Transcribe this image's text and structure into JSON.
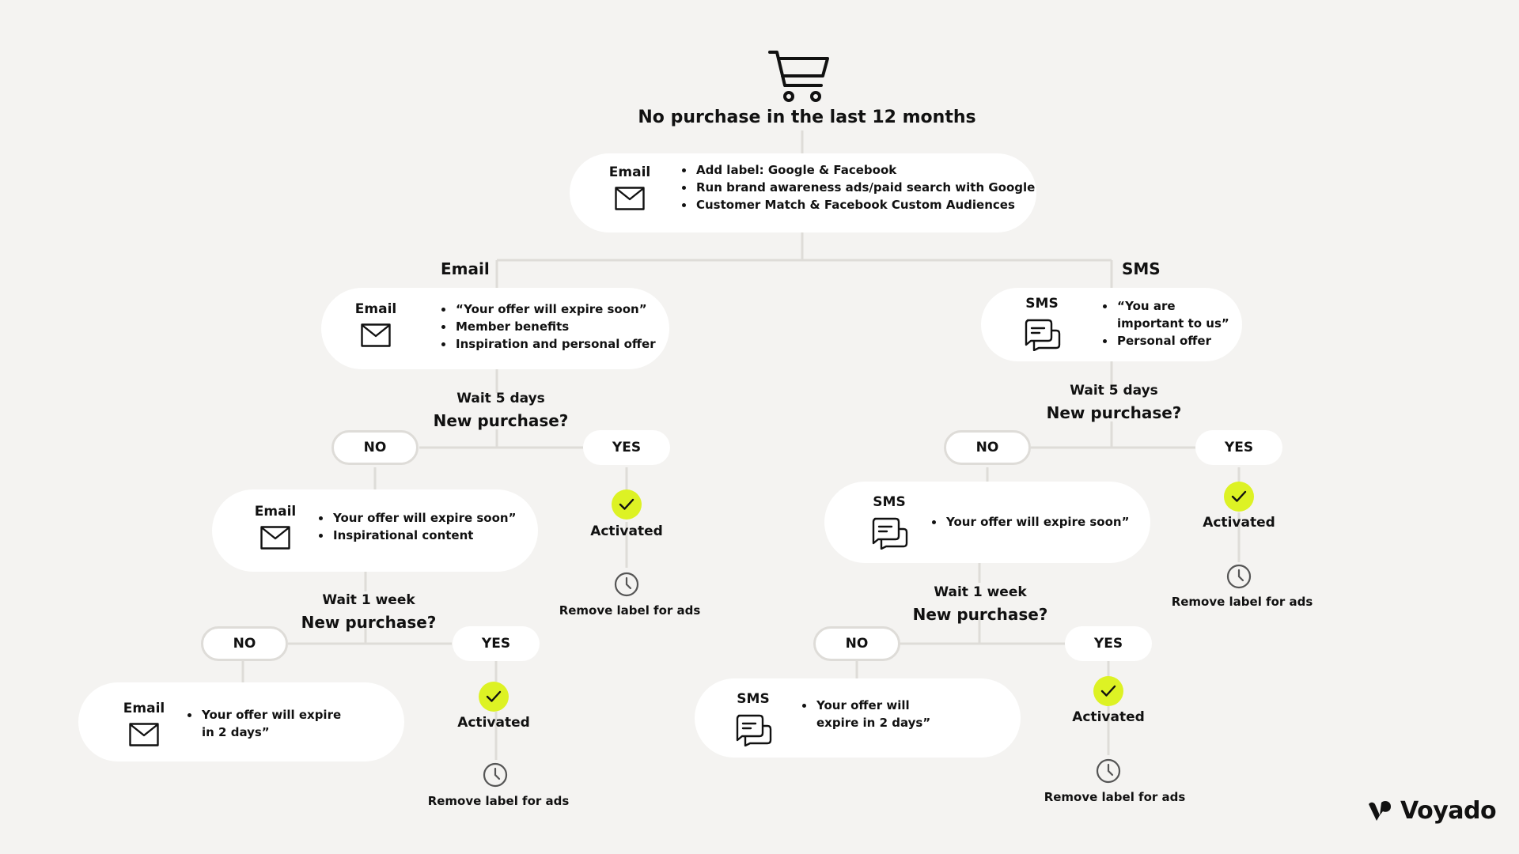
{
  "header": {
    "title": "No purchase in the last 12 months",
    "icon": "cart-icon"
  },
  "colors": {
    "background": "#f4f3f1",
    "accent": "#ddf224",
    "connector": "#dedcd8"
  },
  "top_card": {
    "channel": "Email",
    "bullets": [
      "Add label: Google & Facebook",
      "Run brand awareness ads/paid search with Google",
      "Customer Match & Facebook Custom Audiences"
    ]
  },
  "email_branch": {
    "label": "Email",
    "step1": {
      "channel": "Email",
      "bullets": [
        "“Your offer will expire soon”",
        "Member benefits",
        "Inspiration and personal offer"
      ]
    },
    "q1": {
      "wait": "Wait 5 days",
      "question": "New purchase?",
      "no": "NO",
      "yes": "YES"
    },
    "yes1": {
      "status": "Activated",
      "action": "Remove label for ads"
    },
    "step2": {
      "channel": "Email",
      "bullets": [
        "Your offer will expire soon”",
        "Inspirational content"
      ]
    },
    "q2": {
      "wait": "Wait 1 week",
      "question": "New purchase?",
      "no": "NO",
      "yes": "YES"
    },
    "yes2": {
      "status": "Activated",
      "action": "Remove label for ads"
    },
    "step3": {
      "channel": "Email",
      "bullets": [
        "Your offer will expire in 2 days”"
      ]
    }
  },
  "sms_branch": {
    "label": "SMS",
    "step1": {
      "channel": "SMS",
      "bullets": [
        "“You are important to us”",
        "Personal offer"
      ]
    },
    "q1": {
      "wait": "Wait 5 days",
      "question": "New purchase?",
      "no": "NO",
      "yes": "YES"
    },
    "yes1": {
      "status": "Activated",
      "action": "Remove label for ads"
    },
    "step2": {
      "channel": "SMS",
      "bullets": [
        "Your offer will expire soon”"
      ]
    },
    "q2": {
      "wait": "Wait 1 week",
      "question": "New purchase?",
      "no": "NO",
      "yes": "YES"
    },
    "yes2": {
      "status": "Activated",
      "action": "Remove label for ads"
    },
    "step3": {
      "channel": "SMS",
      "bullets": [
        "Your offer will expire in 2 days”"
      ]
    }
  },
  "brand": {
    "name": "Voyado"
  }
}
